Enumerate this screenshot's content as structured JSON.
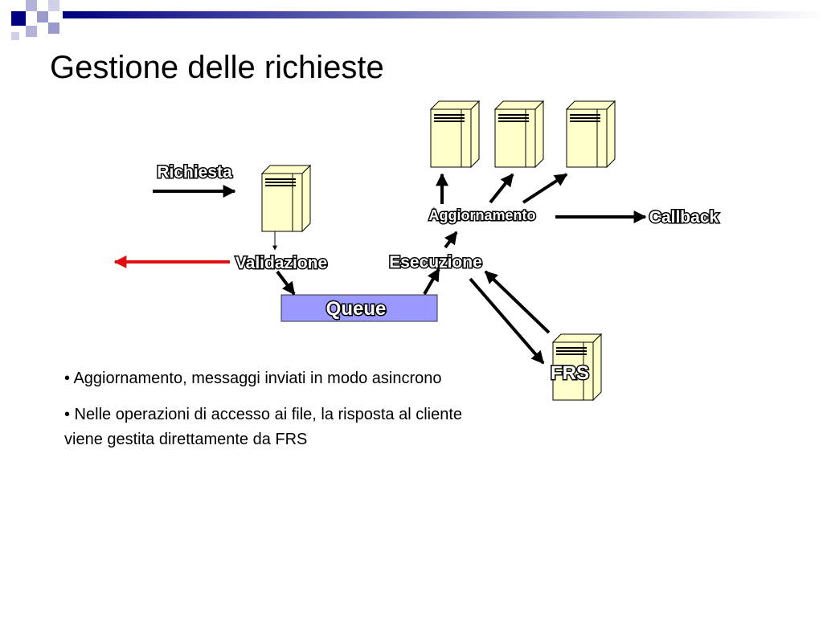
{
  "slide": {
    "title": "Gestione delle richieste",
    "bullets": [
      "• Aggiornamento, messaggi inviati in modo asincrono",
      "• Nelle operazioni di accesso ai file, la risposta al cliente viene gestita direttamente da FRS"
    ]
  },
  "diagram": {
    "labels": {
      "richiesta": "Richiesta",
      "validazione": "Validazione",
      "queue": "Queue",
      "esecuzione": "Esecuzione",
      "aggiornamento": "Aggiornamento",
      "callback": "Callback",
      "frs": "FRS"
    }
  },
  "colors": {
    "banner_dark": "#000080",
    "banner_light": "#9999cc",
    "queue_fill": "#9999ff",
    "server_fill": "#ffffcc",
    "reject_arrow": "#e01010"
  }
}
